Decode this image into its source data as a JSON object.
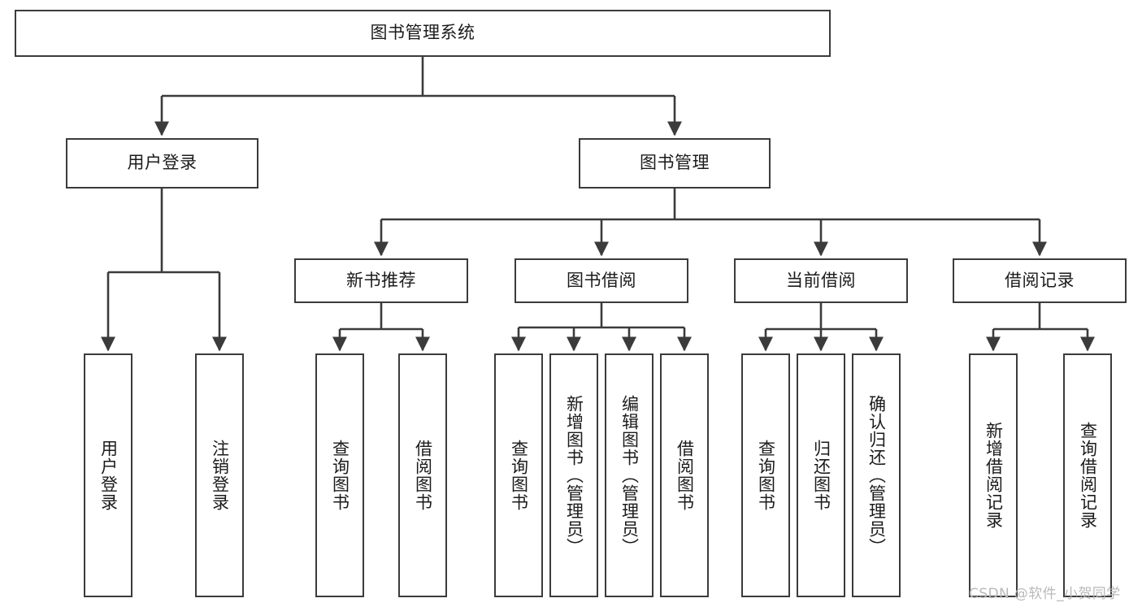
{
  "diagram": {
    "title": "图书管理系统",
    "watermark": "CSDN @软件_小贺同学",
    "colors": {
      "box_border": "#3b3b3b",
      "connector": "#3b3b3b",
      "background": "#ffffff",
      "text": "#1b1b1b",
      "watermark": "#b9b9b9"
    },
    "nodes": {
      "root": "图书管理系统",
      "level2": {
        "user_login": "用户登录",
        "book_manage": "图书管理"
      },
      "level3": {
        "new_book_recommend": "新书推荐",
        "book_borrow": "图书借阅",
        "current_borrow": "当前借阅",
        "borrow_record": "借阅记录"
      },
      "leaves": {
        "user_login_1": "用户登录",
        "user_login_2": "注销登录",
        "new_book_1": "查询图书",
        "new_book_2": "借阅图书",
        "book_borrow_1": "查询图书",
        "book_borrow_2": "新增图书（管理员）",
        "book_borrow_3": "编辑图书（管理员）",
        "book_borrow_4": "借阅图书",
        "current_borrow_1": "查询图书",
        "current_borrow_2": "归还图书",
        "current_borrow_3": "确认归还（管理员）",
        "borrow_record_1": "新增借阅记录",
        "borrow_record_2": "查询借阅记录"
      }
    }
  }
}
